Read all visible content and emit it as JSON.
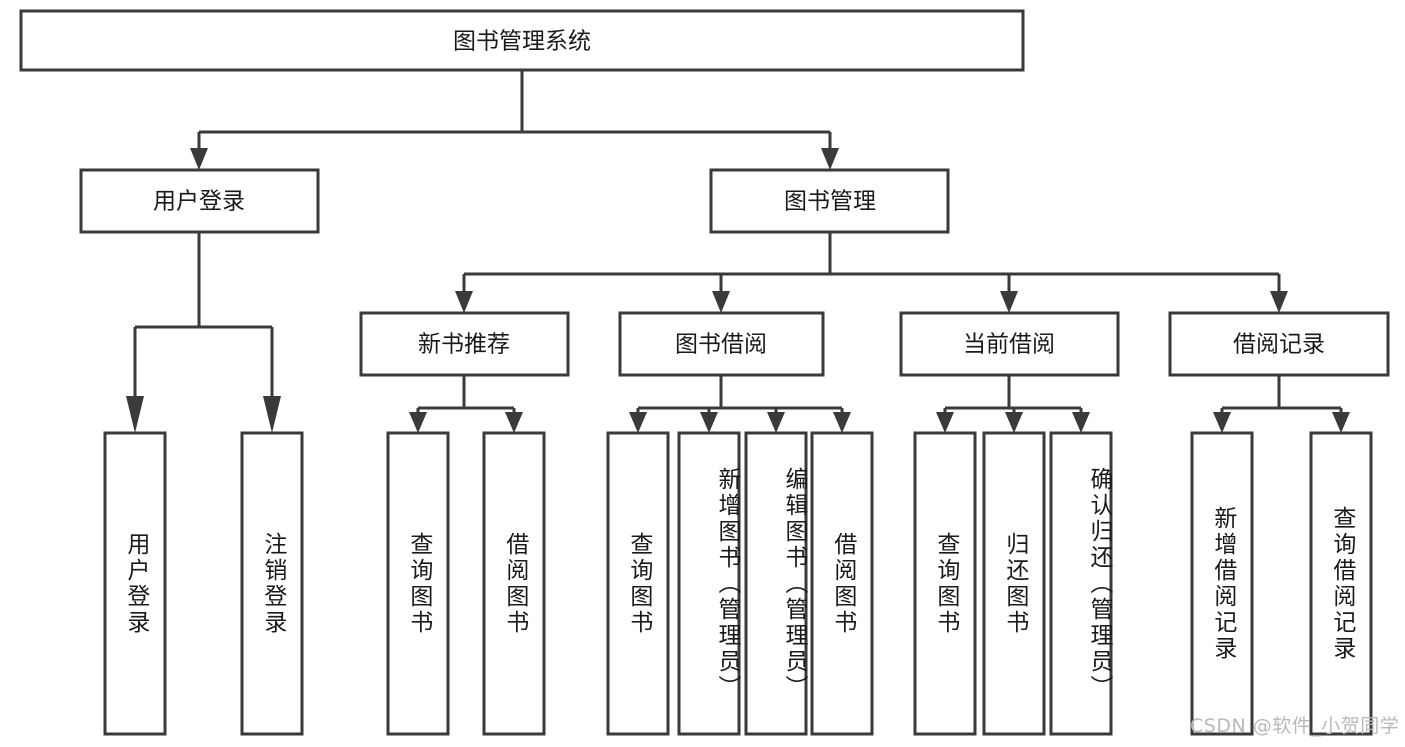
{
  "diagram": {
    "title": "图书管理系统",
    "type": "tree-hierarchy-diagram",
    "colors": {
      "box_stroke": "#3a3a3a",
      "box_fill": "#ffffff",
      "text": "#1a1a1a",
      "background": "#ffffff",
      "watermark": "#b9b9b9"
    },
    "root": {
      "label": "图书管理系统",
      "name": "root-node"
    },
    "level1": [
      {
        "label": "用户登录",
        "name": "node-user-login"
      },
      {
        "label": "图书管理",
        "name": "node-book-management"
      }
    ],
    "level2": [
      {
        "label": "新书推荐",
        "name": "node-new-book-recommend"
      },
      {
        "label": "图书借阅",
        "name": "node-book-borrow"
      },
      {
        "label": "当前借阅",
        "name": "node-current-borrow"
      },
      {
        "label": "借阅记录",
        "name": "node-borrow-record"
      }
    ],
    "leaves": {
      "user_login": [
        {
          "label": "用户登录",
          "name": "leaf-user-login"
        },
        {
          "label": "注销登录",
          "name": "leaf-logout"
        }
      ],
      "new_book_recommend": [
        {
          "label": "查询图书",
          "name": "leaf-query-book-1"
        },
        {
          "label": "借阅图书",
          "name": "leaf-borrow-book-1"
        }
      ],
      "book_borrow": [
        {
          "label": "查询图书",
          "name": "leaf-query-book-2"
        },
        {
          "label": "新增图书（管理员）",
          "name": "leaf-add-book-admin"
        },
        {
          "label": "编辑图书（管理员）",
          "name": "leaf-edit-book-admin"
        },
        {
          "label": "借阅图书",
          "name": "leaf-borrow-book-2"
        }
      ],
      "current_borrow": [
        {
          "label": "查询图书",
          "name": "leaf-query-book-3"
        },
        {
          "label": "归还图书",
          "name": "leaf-return-book"
        },
        {
          "label": "确认归还（管理员）",
          "name": "leaf-confirm-return-admin"
        }
      ],
      "borrow_record": [
        {
          "label": "新增借阅记录",
          "name": "leaf-add-borrow-record"
        },
        {
          "label": "查询借阅记录",
          "name": "leaf-query-borrow-record"
        }
      ]
    },
    "watermark": "CSDN @软件_小贺同学"
  }
}
